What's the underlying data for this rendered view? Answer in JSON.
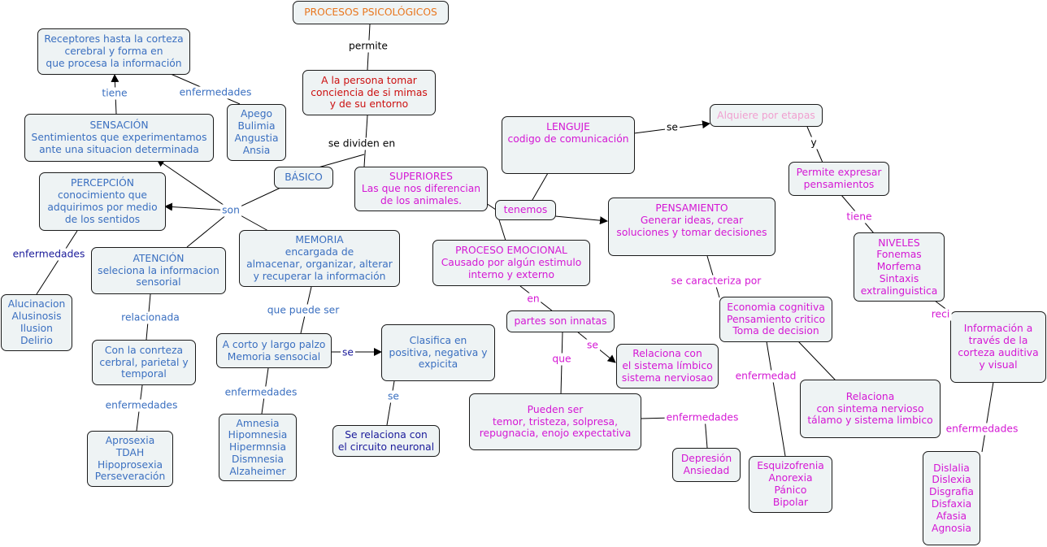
{
  "colors": {
    "blue": "#3a6fc0",
    "magenta": "#d417d4",
    "red": "#cc1111",
    "orange": "#e8761e",
    "pink": "#f0a0d0",
    "navy": "#1a1a9a",
    "node_fill": "#eef3f4",
    "node_border": "#1a1a1a"
  },
  "nodes": {
    "procesos": "PROCESOS PSICOLÓGICOS",
    "persona": "A la persona tomar\nconciencia  de si mimas\ny de su entorno",
    "receptores": "Receptores hasta la corteza\ncerebral y forma en\nque procesa la información",
    "sensacion": "SENSACIÓN\nSentimientos que experimentamos\nante una situacion determinada",
    "apego": "Apego\nBulimia\nAngustia\nAnsia",
    "basico": "BÁSICO",
    "superiores": "SUPERIORES\nLas que nos diferencian\nde los animales.",
    "percepcion": "PERCEPCIÓN\nconocimiento que\nadquirimos por medio\nde los sentidos",
    "alucinacion": "Alucinacion\nAlusinosis\nIlusion\nDelirio",
    "atencion": "ATENCIÓN\nseleciona la informacion\nsensorial",
    "corteza": "Con la conrteza\ncerbral, parietal y\ntemporal",
    "aprosexia": "Aprosexia\nTDAH\nHipoprosexia\nPerseveración",
    "memoria": "MEMORIA\nencargada de\nalmacenar, organizar, alterar\ny recuperar la información",
    "corto": "A corto y largo palzo\nMemoria sensocial",
    "amnesia": "Amnesia\nHipomnesia\nHipermnsia\nDismnesia\nAlzaheimer",
    "clasifica": "Clasifica en\npositiva, negativa y\nexpicita",
    "circuito": "Se relaciona con\nel circuito neuronal",
    "lenguaje": "LENGUJE\ncodigo de comunicación",
    "tenemos": "tenemos",
    "emocional": "PROCESO EMOCIONAL\nCausado  por algún estimulo\ninterno y externo",
    "innatas": "partes son innatas",
    "limbico": "Relaciona con\nel sistema límbico\nsistema nerviosao",
    "pueden": "Pueden ser\ntemor, tristeza, solpresa,\nrepugnacia, enojo expectativa",
    "depresion": "Depresión\nAnsiedad",
    "pensamiento": "PENSAMIENTO\nGenerar ideas, crear\nsoluciones y tomar decisiones",
    "economia": "Economia cognitiva\nPensamiento critico\nToma de decision",
    "esquizofrenia": "Esquizofrenia\nAnorexia\nPánico\nBipolar",
    "talamo": "Relaciona\ncon sintema nervioso\ntálamo y sistema limbico",
    "alquiere": "Alquiere por etapas",
    "permite_expresar": "Permite expresar\npensamientos",
    "niveles": "NIVELES\nFonemas\nMorfema\nSintaxis\nextralinguistica",
    "informacion": "Información a\ntravés de la\ncorteza auditiva\ny visual",
    "dislalia": "Dislalia\nDislexia\nDisgrafia\nDisfaxia\nAfasia\nAgnosia"
  },
  "links": {
    "permite": "permite",
    "se_dividen": "se dividen en",
    "tiene1": "tiene",
    "enfermedades1": "enfermedades",
    "son": "son",
    "enfermedades2": "enfermedades",
    "relacionada": "relacionada",
    "enfermedades3": "enfermedades",
    "que_puede_ser": "que puede ser",
    "enfermedades4": "enfermedades",
    "se1": "se",
    "se2": "se",
    "se3": "se",
    "en": "en",
    "se4": "se",
    "que": "que",
    "enfermedades5": "enfermedades",
    "se_caracteriza": "se caracteriza por",
    "enfermedad": "enfermedad",
    "y": "y",
    "tiene2": "tiene",
    "reci": "reci",
    "enfermedades6": "enfermedades"
  }
}
